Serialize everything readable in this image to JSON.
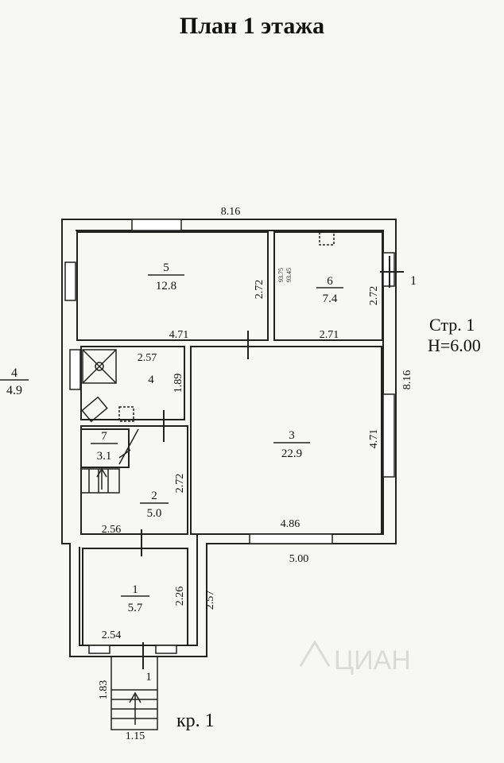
{
  "title": "План 1 этажа",
  "sheet": {
    "line1": "Стр. 1",
    "line2": "Н=6.00"
  },
  "floor_tag": "кр. 1",
  "outer_dims": {
    "top": "8.16",
    "right": "8.16",
    "bottom": "5.00",
    "left_lower": "2.57"
  },
  "rooms": [
    {
      "num": "5",
      "area": "12.8",
      "width": "4.71",
      "height": "2.72"
    },
    {
      "num": "6",
      "area": "7.4",
      "width": "2.71",
      "height": "2.72"
    },
    {
      "num": "4",
      "width": "2.57",
      "height": "1.89"
    },
    {
      "num": "7",
      "area": "3.1"
    },
    {
      "num": "2",
      "area": "5.0",
      "width": "2.56",
      "height": "2.72"
    },
    {
      "num": "3",
      "area": "22.9",
      "width": "4.86",
      "height": "4.71"
    },
    {
      "num": "1",
      "area": "5.7",
      "width": "2.54",
      "height": "2.26"
    }
  ],
  "outside_room": {
    "num": "4",
    "area": "4.9"
  },
  "porch": {
    "num": "1",
    "height": "1.83",
    "width": "1.15"
  },
  "section_mark": "1",
  "tiny_labels": {
    "a": "93.75",
    "b": "93.45"
  },
  "watermark": "ЦИАН"
}
